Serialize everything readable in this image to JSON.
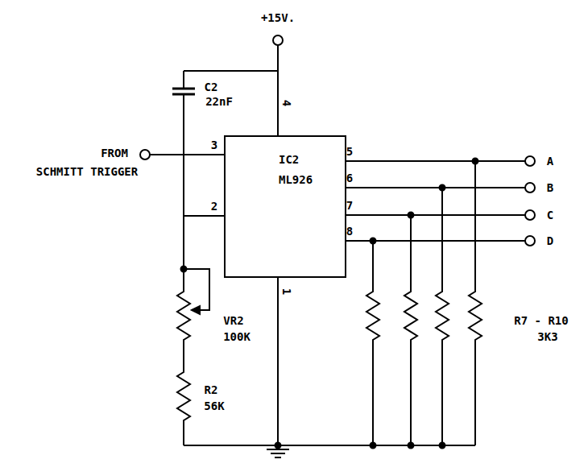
{
  "diagram": {
    "nodes": [
      {
        "text": [
          "IC2",
          "ML926"
        ]
      }
    ],
    "labels": [
      "+15V.",
      "4",
      "C2",
      "22nF",
      "FROM",
      "SCHMITT TRIGGER",
      "3",
      "2",
      "5",
      "6",
      "7",
      "8",
      "A",
      "B",
      "C",
      "D",
      "1",
      "VR2",
      "100K",
      "R2",
      "56K",
      "R7 - R10",
      "3K3"
    ]
  }
}
